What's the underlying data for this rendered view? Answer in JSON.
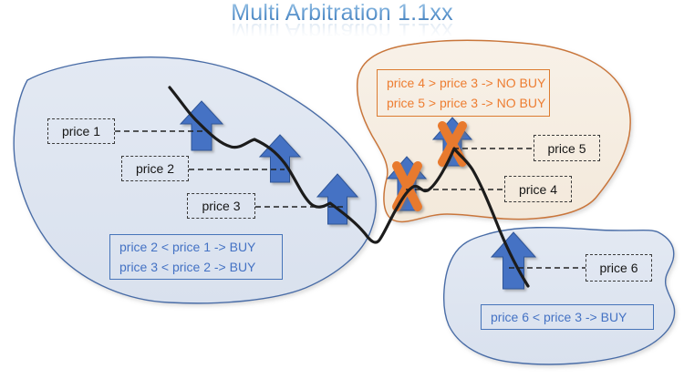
{
  "title": "Multi Arbitration 1.1xx",
  "price_labels": [
    "price 1",
    "price 2",
    "price 3",
    "price 4",
    "price 5",
    "price 6"
  ],
  "rules": {
    "left_buy_line1": "price 2 < price 1 -> BUY",
    "left_buy_line2": "price 3 < price 2 -> BUY",
    "no_buy_line1": "price 4 > price 3 -> NO BUY",
    "no_buy_line2": "price 5 > price 3 -> NO BUY",
    "right_buy_line1": "price 6 < price 3 -> BUY"
  },
  "icons": {
    "up_arrow_icon": "⬆",
    "x_cross_icon": "✕"
  },
  "colors": {
    "accent_blue": "#4472c4",
    "accent_orange": "#ed7d31",
    "blob_blue_fill": "#dde4ef",
    "blob_blue_stroke": "#4a6da7",
    "blob_tan_fill": "#f6eee3",
    "blob_tan_stroke": "#c9763a",
    "curve": "#1c1c1c"
  }
}
